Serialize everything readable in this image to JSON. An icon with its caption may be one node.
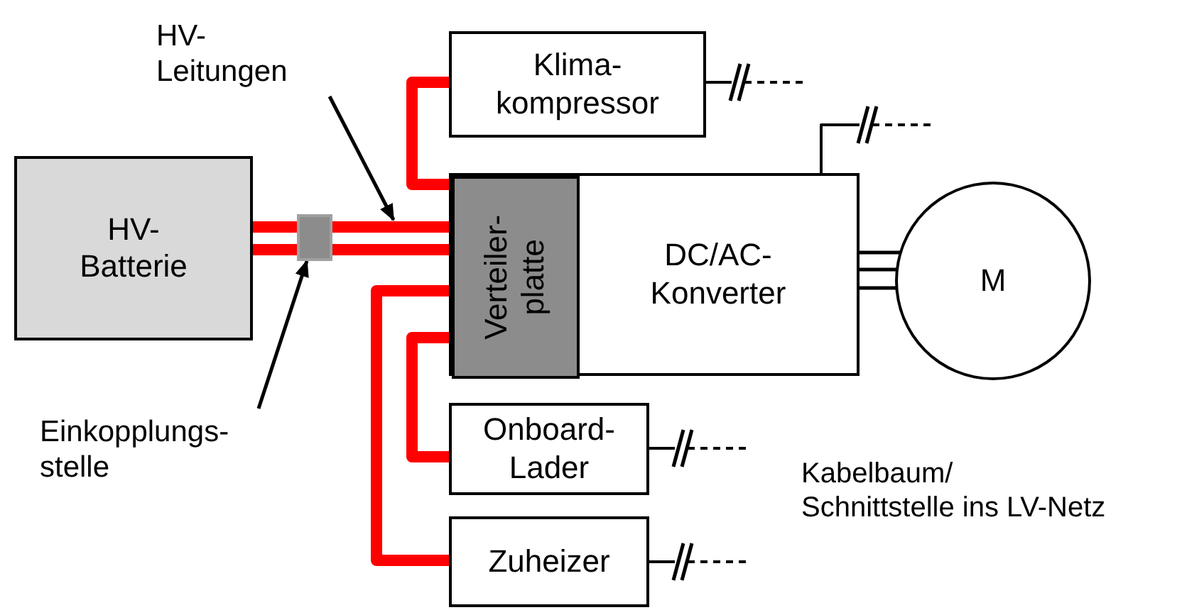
{
  "diagram": {
    "nodes": [
      {
        "text": [
          "HV- Batterie"
        ]
      },
      {
        "text": [],
        "shape": "box"
      },
      {
        "text": [
          "DC/AC- Konverter"
        ]
      },
      {
        "text": [
          "Verteiler- platte"
        ],
        "in": 2
      },
      {
        "text": [
          "Klima- kompressor"
        ]
      },
      {
        "text": [
          "Onboard- Lader"
        ]
      },
      {
        "text": [
          "Zuheizer"
        ]
      },
      {
        "text": [
          "M"
        ]
      },
      {
        "text": [
          "HV- Leitungen"
        ]
      },
      {
        "text": [
          "Einkopplungs- stelle"
        ]
      }
    ],
    "edges": [
      {
        "from": 0,
        "to": 1,
        "arrow": "none",
        "style": "thick",
        "color": "#ff0000"
      },
      {
        "from": 0,
        "to": 1,
        "arrow": "none",
        "style": "thick",
        "color": "#ff0000"
      },
      {
        "from": 1,
        "to": 3,
        "arrow": "none",
        "style": "thick",
        "color": "#ff0000"
      },
      {
        "from": 1,
        "to": 3,
        "arrow": "none",
        "style": "thick",
        "color": "#ff0000"
      },
      {
        "from": 3,
        "to": 4,
        "arrow": "none",
        "style": "thick",
        "color": "#ff0000"
      },
      {
        "from": 3,
        "to": 5,
        "arrow": "none",
        "style": "thick",
        "color": "#ff0000"
      },
      {
        "from": 3,
        "to": 6,
        "arrow": "none",
        "style": "thick",
        "color": "#ff0000"
      },
      {
        "from": 2,
        "to": 7,
        "arrow": "none"
      },
      {
        "from": 2,
        "to": 7,
        "arrow": "none"
      },
      {
        "from": 2,
        "to": 7,
        "arrow": "none"
      },
      {
        "from": 8,
        "to": null,
        "arrow": "to"
      },
      {
        "from": 9,
        "to": 1,
        "arrow": "to"
      },
      {
        "from": 4,
        "to": null,
        "arrow": "none",
        "style": "dashed"
      },
      {
        "from": 2,
        "to": null,
        "arrow": "none",
        "style": "dashed"
      },
      {
        "from": 5,
        "to": null,
        "arrow": "none",
        "style": "dashed"
      },
      {
        "from": 6,
        "to": null,
        "arrow": "none",
        "style": "dashed"
      }
    ],
    "labels": [
      "Kabelbaum/ Schnittstelle ins LV-Netz"
    ]
  }
}
